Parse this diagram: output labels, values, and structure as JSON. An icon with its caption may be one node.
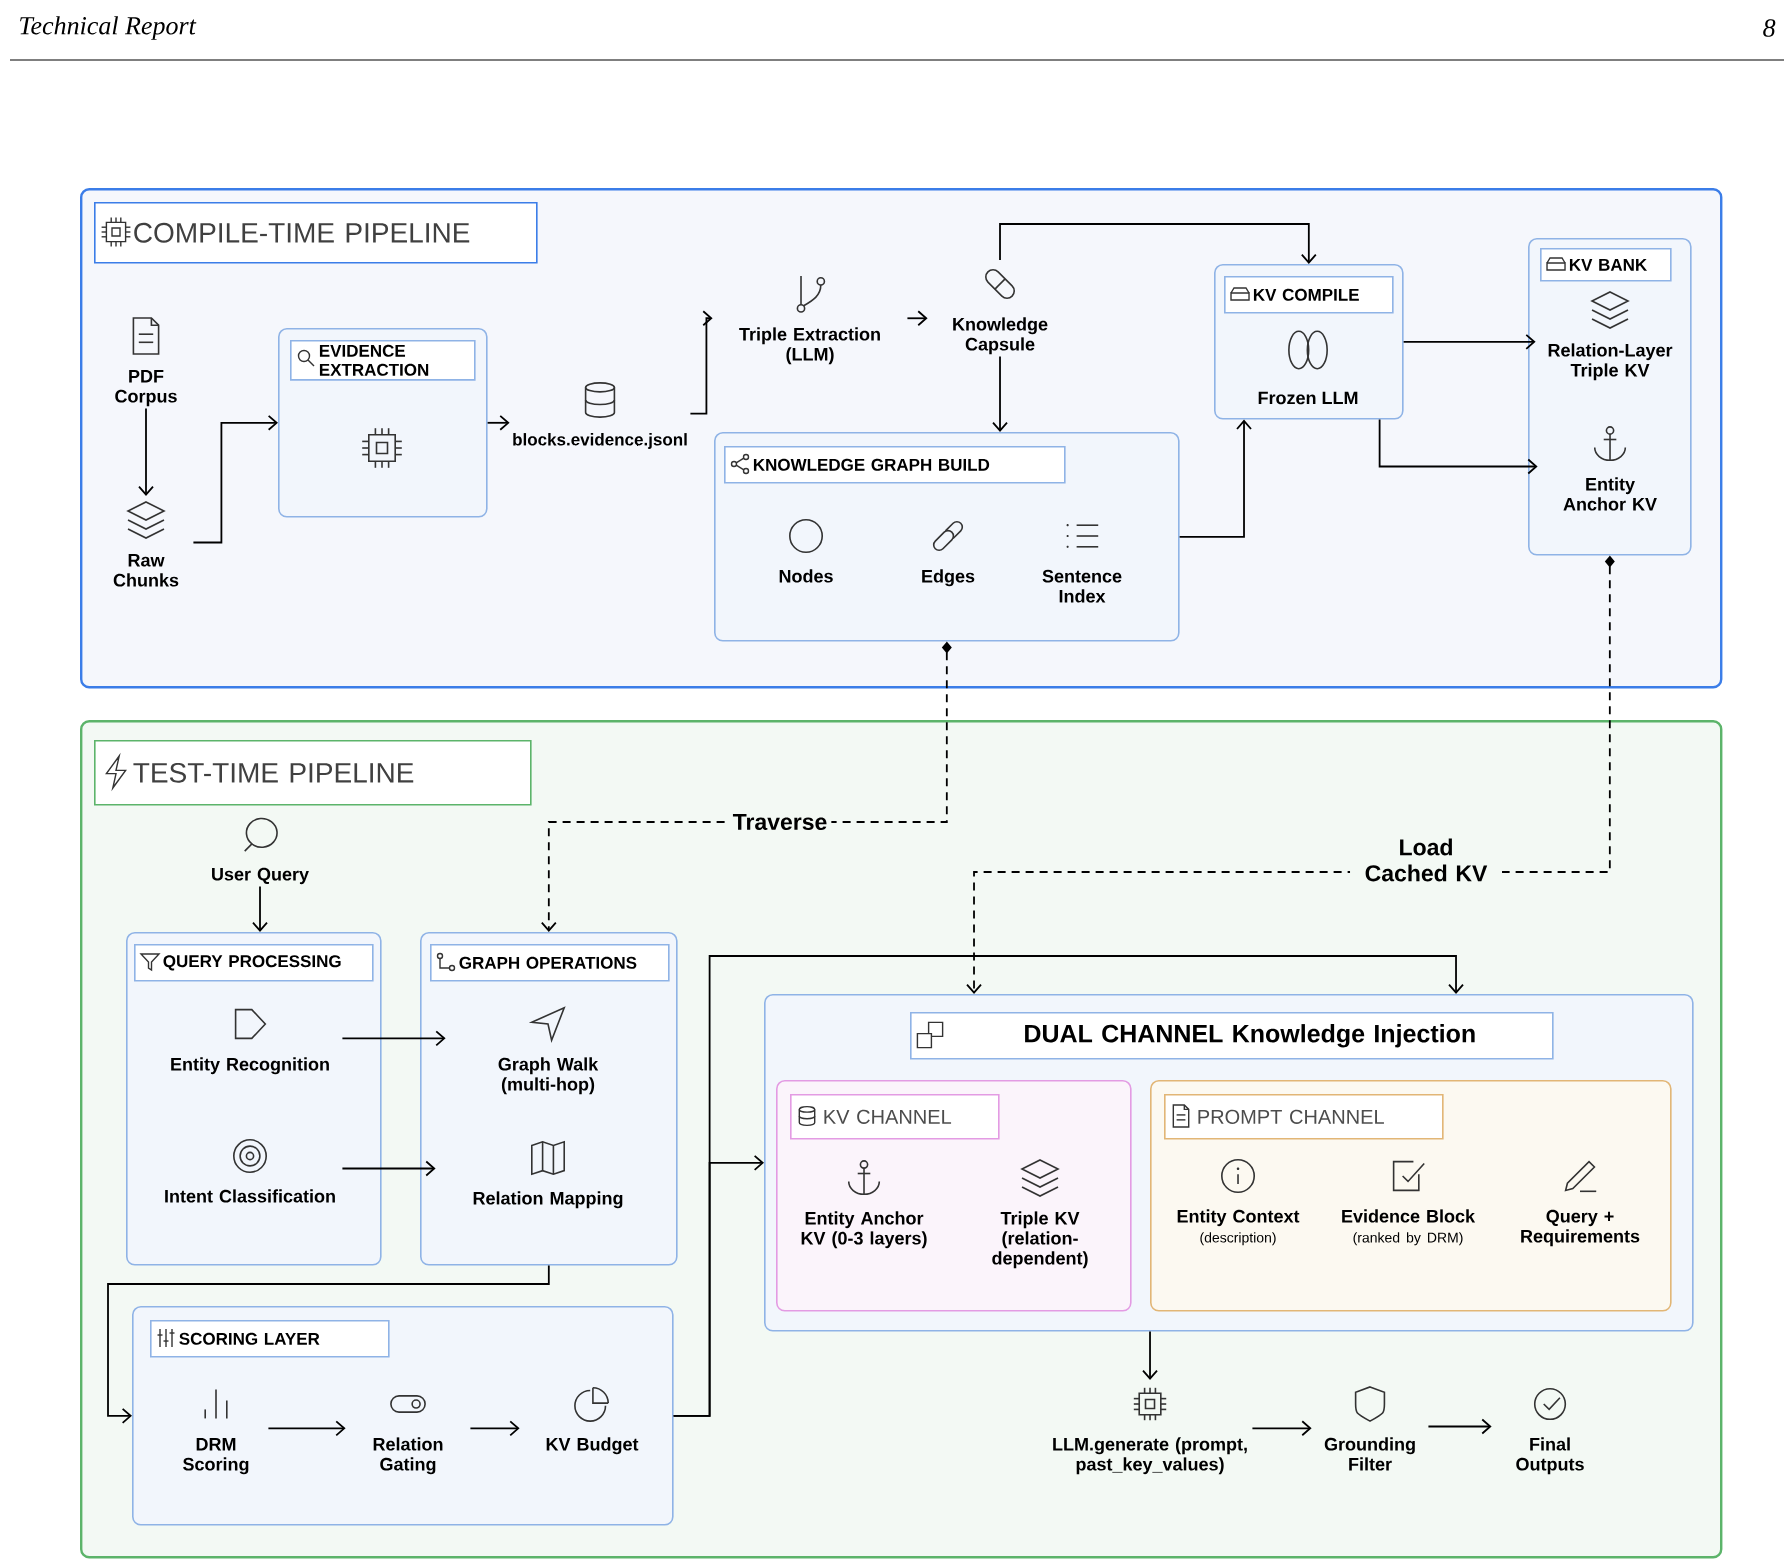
{
  "diagram": {
    "nodes": [
      {
        "text": [
          "COMPILE-TIME PIPELINE"
        ]
      },
      {
        "text": [
          "PDF Corpus"
        ],
        "in": 0
      },
      {
        "text": [
          "Raw Chunks"
        ],
        "in": 0
      },
      {
        "text": [
          "EVIDENCE EXTRACTION"
        ],
        "in": 0
      },
      {
        "text": [
          "blocks.evidence.jsonl"
        ],
        "in": 0
      },
      {
        "text": [
          "Triple Extraction (LLM)"
        ],
        "in": 0
      },
      {
        "text": [
          "Knowledge Capsule"
        ],
        "in": 0
      },
      {
        "text": [
          "KNOWLEDGE GRAPH BUILD"
        ],
        "in": 0
      },
      {
        "text": [
          "Nodes"
        ],
        "in": 7
      },
      {
        "text": [
          "Edges"
        ],
        "in": 7
      },
      {
        "text": [
          "Sentence Index"
        ],
        "in": 7
      },
      {
        "text": [
          "KV COMPILE",
          "Frozen LLM"
        ],
        "in": 0
      },
      {
        "text": [
          "KV BANK"
        ],
        "in": 0
      },
      {
        "text": [
          "Relation-Layer Triple KV"
        ],
        "in": 12
      },
      {
        "text": [
          "Entity Anchor KV"
        ],
        "in": 12
      },
      {
        "text": [
          "TEST-TIME PIPELINE"
        ]
      },
      {
        "text": [
          "User Query"
        ],
        "in": 15
      },
      {
        "text": [
          "QUERY PROCESSING"
        ],
        "in": 15
      },
      {
        "text": [
          "Entity Recognition"
        ],
        "in": 17
      },
      {
        "text": [
          "Intent Classification"
        ],
        "in": 17
      },
      {
        "text": [
          "GRAPH OPERATIONS"
        ],
        "in": 15
      },
      {
        "text": [
          "Graph Walk (multi-hop)"
        ],
        "in": 20
      },
      {
        "text": [
          "Relation Mapping"
        ],
        "in": 20
      },
      {
        "text": [
          "SCORING LAYER"
        ],
        "in": 15
      },
      {
        "text": [
          "DRM Scoring"
        ],
        "in": 23
      },
      {
        "text": [
          "Relation Gating"
        ],
        "in": 23
      },
      {
        "text": [
          "KV Budget"
        ],
        "in": 23
      },
      {
        "text": [
          "DUAL CHANNEL Knowledge Injection"
        ],
        "in": 15
      },
      {
        "text": [
          "KV CHANNEL"
        ],
        "in": 27
      },
      {
        "text": [
          "Entity Anchor KV (0-3 layers)"
        ],
        "in": 28
      },
      {
        "text": [
          "Triple KV (relation-dependent)"
        ],
        "in": 28
      },
      {
        "text": [
          "PROMPT CHANNEL"
        ],
        "in": 27
      },
      {
        "text": [
          "Entity Context",
          "(description)"
        ],
        "in": 31
      },
      {
        "text": [
          "Evidence Block",
          "(ranked by DRM)"
        ],
        "in": 31
      },
      {
        "text": [
          "Query + Requirements"
        ],
        "in": 31
      },
      {
        "text": [
          "LLM.generate (prompt, past_key_values)"
        ],
        "in": 15
      },
      {
        "text": [
          "Grounding Filter"
        ],
        "in": 15
      },
      {
        "text": [
          "Final Outputs"
        ],
        "in": 15
      }
    ],
    "edges": [
      {
        "from": 1,
        "to": 2,
        "arrow": "to"
      },
      {
        "from": 2,
        "to": 3,
        "arrow": "to"
      },
      {
        "from": 3,
        "to": 4,
        "arrow": "to"
      },
      {
        "from": 4,
        "to": 5,
        "arrow": "to"
      },
      {
        "from": 5,
        "to": 6,
        "arrow": "to"
      },
      {
        "from": 6,
        "to": 7,
        "arrow": "to"
      },
      {
        "from": 6,
        "to": 11,
        "arrow": "to"
      },
      {
        "from": 7,
        "to": 11,
        "arrow": "to"
      },
      {
        "from": 11,
        "to": 13,
        "arrow": "to"
      },
      {
        "from": 11,
        "to": 14,
        "arrow": "to"
      },
      {
        "from": 7,
        "to": 20,
        "arrow": "to",
        "label": "Traverse",
        "style": "dashed"
      },
      {
        "from": 12,
        "to": 27,
        "arrow": "to",
        "label": "Load Cached KV",
        "style": "dashed"
      },
      {
        "from": 16,
        "to": 17,
        "arrow": "to"
      },
      {
        "from": 18,
        "to": 21,
        "arrow": "to"
      },
      {
        "from": 19,
        "to": 22,
        "arrow": "to"
      },
      {
        "from": 20,
        "to": 23,
        "arrow": "to"
      },
      {
        "from": 24,
        "to": 25,
        "arrow": "to"
      },
      {
        "from": 25,
        "to": 26,
        "arrow": "to"
      },
      {
        "from": 23,
        "to": 27,
        "arrow": "to"
      },
      {
        "from": 23,
        "to": 27,
        "arrow": "to"
      },
      {
        "from": 27,
        "to": 35,
        "arrow": "to"
      },
      {
        "from": 35,
        "to": 36,
        "arrow": "to"
      },
      {
        "from": 36,
        "to": 37,
        "arrow": "to"
      }
    ],
    "labels": [
      "Technical Report",
      "8"
    ]
  }
}
